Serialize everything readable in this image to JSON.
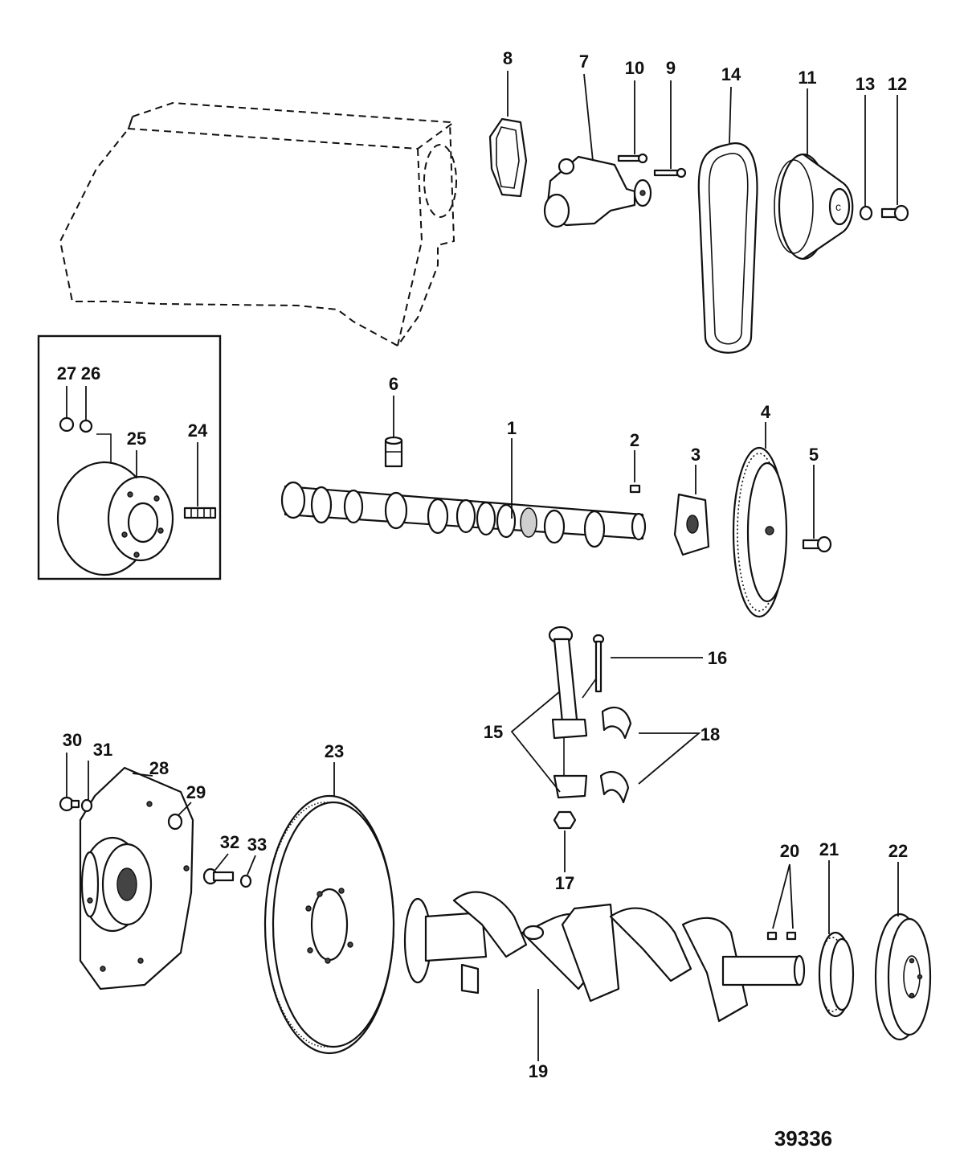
{
  "figure_number": "39336",
  "callouts": {
    "c1": "1",
    "c2": "2",
    "c3": "3",
    "c4": "4",
    "c5": "5",
    "c6": "6",
    "c7": "7",
    "c8": "8",
    "c9": "9",
    "c10": "10",
    "c11": "11",
    "c12": "12",
    "c13": "13",
    "c14": "14",
    "c15": "15",
    "c16": "16",
    "c17": "17",
    "c18": "18",
    "c19": "19",
    "c20": "20",
    "c21": "21",
    "c22": "22",
    "c23": "23",
    "c24": "24",
    "c25": "25",
    "c26": "26",
    "c27": "27",
    "c28": "28",
    "c29": "29",
    "c30": "30",
    "c31": "31",
    "c32": "32",
    "c33": "33"
  }
}
